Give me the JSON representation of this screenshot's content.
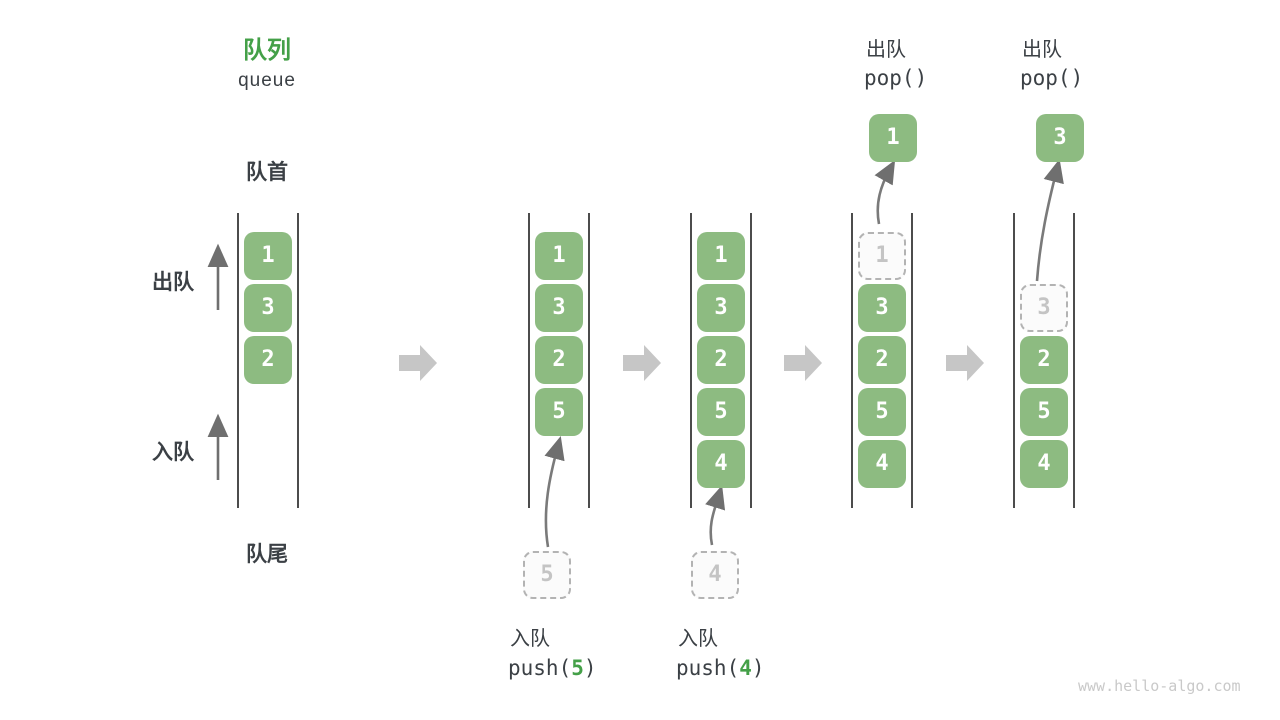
{
  "header": {
    "title_zh": "队列",
    "title_en": "queue"
  },
  "side_labels": {
    "front": "队首",
    "dequeue": "出队",
    "enqueue": "入队",
    "rear": "队尾"
  },
  "operations": {
    "push5": {
      "label_zh": "入队",
      "code_prefix": "push(",
      "code_arg": "5",
      "code_suffix": ")"
    },
    "push4": {
      "label_zh": "入队",
      "code_prefix": "push(",
      "code_arg": "4",
      "code_suffix": ")"
    },
    "pop1": {
      "label_zh": "出队",
      "code": "pop()"
    },
    "pop2": {
      "label_zh": "出队",
      "code": "pop()"
    }
  },
  "states": [
    {
      "blocks": [
        "1",
        "3",
        "2"
      ]
    },
    {
      "blocks": [
        "1",
        "3",
        "2",
        "5"
      ],
      "incoming": "5"
    },
    {
      "blocks": [
        "1",
        "3",
        "2",
        "5",
        "4"
      ],
      "incoming": "4"
    },
    {
      "ghost": "1",
      "blocks": [
        "3",
        "2",
        "5",
        "4"
      ],
      "popped": "1"
    },
    {
      "ghost": "3",
      "blocks": [
        "2",
        "5",
        "4"
      ],
      "popped": "3"
    }
  ],
  "watermark": "www.hello-algo.com",
  "colors": {
    "block_green": "#8DBB81",
    "title_green": "#44A048",
    "dark_text": "#3B4045",
    "ghost_gray": "#C4C4C4",
    "line_gray": "#4C4C4C",
    "big_arrow_gray": "#C6C6C6"
  }
}
